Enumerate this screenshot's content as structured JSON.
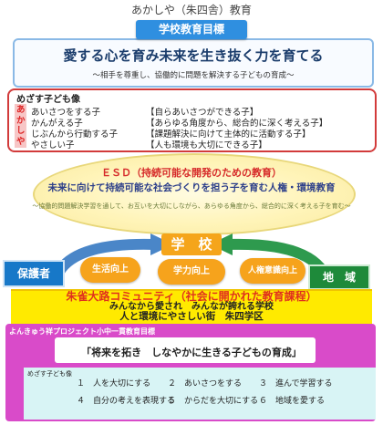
{
  "title": "あかしや（朱四舎）教育",
  "goal": {
    "badge": "学校教育目標",
    "text": "愛する心を育み未来を生き抜く力を育てる",
    "sub": "〜相手を尊重し、協働的に問題を解決する子どもの育成〜"
  },
  "aim": {
    "title": "めざす子ども像",
    "kana": [
      "あ",
      "か",
      "し",
      "や"
    ],
    "rows": [
      {
        "label": "あいさつをする子",
        "desc": "【自らあいさつができる子】"
      },
      {
        "label": "かんがえる子",
        "desc": "【あらゆる角度から、総合的に深く考える子】"
      },
      {
        "label": "じぶんから行動する子",
        "desc": "【課題解決に向けて主体的に活動する子】"
      },
      {
        "label": "やさしい子",
        "desc": "【人も環境も大切にできる子】"
      }
    ]
  },
  "esd": {
    "title": "ＥＳＤ（持続可能な開発のための教育）",
    "main": "未来に向けて持続可能な社会づくりを担う子を育む人権・環境教育",
    "sub": "〜協働的問題解決学習を通して、お互いを大切にしながら、あらゆる角度から、総合的に深く考える子を育む〜"
  },
  "school": "学　校",
  "parents": "保護者",
  "region": "地　域",
  "pills": [
    "生活向上",
    "学力向上",
    "人権意識向上"
  ],
  "community": {
    "title": "朱雀大路コミュニティ（社会に開かれた教育課程）",
    "line2": "みんなから愛され　みんなが誇れる学校",
    "line3": "人と環境にやさしい街　朱四学区"
  },
  "bottom": {
    "title": "よんきゅう祥プロジェクト小中一貫教育目標",
    "main": "「将来を拓き　しなやかに生きる子どもの育成」",
    "list_label": "めざす子ども像",
    "items": [
      "１　人を大切にする",
      "２　あいさつをする",
      "３　進んで学習する",
      "４　自分の考えを表現する",
      "５　からだを大切にする",
      "６　地域を愛する"
    ]
  },
  "colors": {
    "blue": "#2f8fe0",
    "red": "#d23b3b",
    "orange": "#f6a31c",
    "green": "#1e8a3a",
    "magenta": "#d94bc9",
    "yellow": "#ffea00"
  }
}
